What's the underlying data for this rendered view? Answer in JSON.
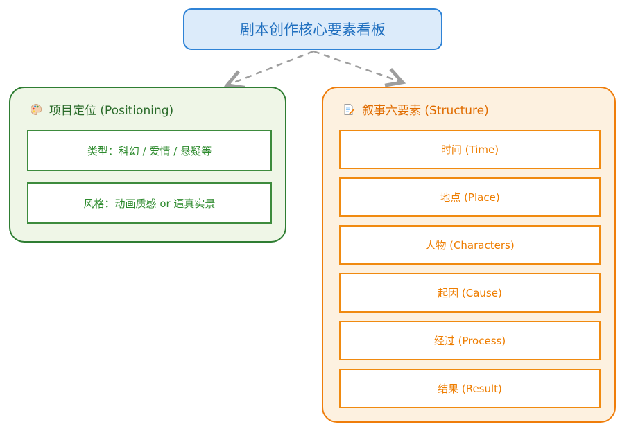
{
  "root": {
    "title": "剧本创作核心要素看板"
  },
  "groups": [
    {
      "title": "项目定位 (Positioning)",
      "icon": "palette-icon",
      "items": [
        "类型：科幻 / 爱情 / 悬疑等",
        "风格：动画质感 or 逼真实景"
      ]
    },
    {
      "title": "叙事六要素 (Structure)",
      "icon": "memo-icon",
      "items": [
        "时间 (Time)",
        "地点 (Place)",
        "人物 (Characters)",
        "起因 (Cause)",
        "经过 (Process)",
        "结果 (Result)"
      ]
    }
  ],
  "colors": {
    "root": "#2f83d6",
    "positioning": "#2e7d32",
    "structure": "#ef7d0a",
    "edge": "#9e9e9e"
  }
}
